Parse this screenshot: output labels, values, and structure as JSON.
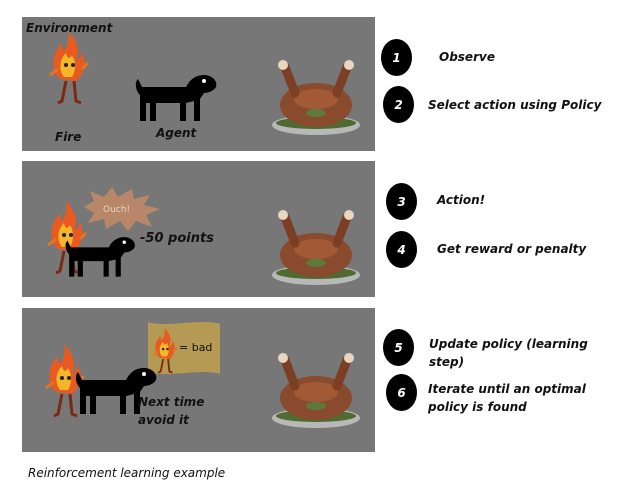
{
  "panel1": {
    "environment_label": "Environment",
    "fire_label": "Fire",
    "agent_label": "Agent"
  },
  "panel2": {
    "ouch_text": "Ouch!",
    "penalty_text": "-50 points"
  },
  "panel3": {
    "bad_label": "= bad",
    "next_time_line1": "Next time",
    "next_time_line2": "avoid it"
  },
  "steps": [
    {
      "number": "1",
      "label": "Observe"
    },
    {
      "number": "2",
      "label": "Select action using Policy"
    },
    {
      "number": "3",
      "label": "Action!"
    },
    {
      "number": "4",
      "label": "Get reward or penalty"
    },
    {
      "number": "5",
      "label": "Update policy (learning step)"
    },
    {
      "number": "6",
      "label_line1": "Iterate until an optimal",
      "label_line2": "policy is found"
    }
  ],
  "caption": "Reinforcement learning example"
}
